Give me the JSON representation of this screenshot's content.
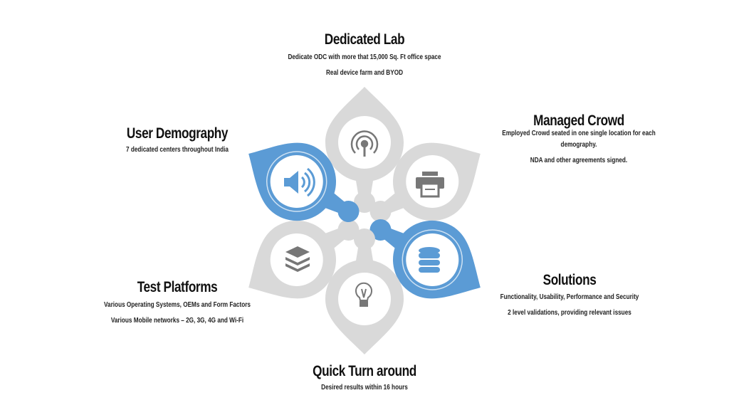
{
  "colors": {
    "accent": "#5b9bd5",
    "petal": "#d9d9d9",
    "icon": "#777777"
  },
  "sections": {
    "dedicated_lab": {
      "title": "Dedicated Lab",
      "lines": [
        "Dedicate ODC with more that 15,000 Sq. Ft office space",
        "Real device farm and BYOD"
      ],
      "icon": "broadcast-icon"
    },
    "managed_crowd": {
      "title": "Managed Crowd",
      "lines": [
        "Employed Crowd seated in one single location for each",
        "demography.",
        "NDA and other agreements signed."
      ],
      "icon": "printer-icon"
    },
    "solutions": {
      "title": "Solutions",
      "lines": [
        "Functionality, Usability, Performance and Security",
        "2 level validations, providing relevant issues"
      ],
      "icon": "database-icon"
    },
    "quick_turn": {
      "title": "Quick Turn around",
      "lines": [
        "Desired results within 16 hours"
      ],
      "icon": "lightbulb-icon"
    },
    "test_platforms": {
      "title": "Test Platforms",
      "lines": [
        "Various Operating Systems, OEMs and Form Factors",
        "Various Mobile networks – 2G, 3G, 4G and Wi-Fi"
      ],
      "icon": "layers-icon"
    },
    "user_demography": {
      "title": "User Demography",
      "lines": [
        "7 dedicated centers throughout India"
      ],
      "icon": "speaker-icon"
    }
  }
}
